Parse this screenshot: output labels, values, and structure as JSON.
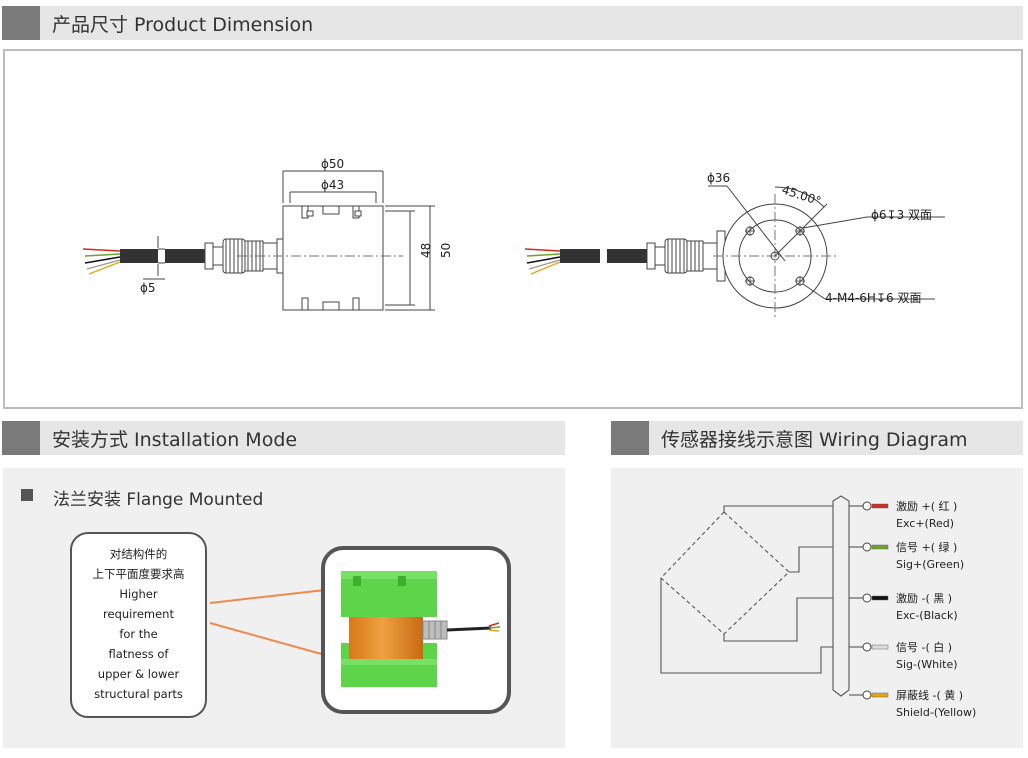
{
  "sections": {
    "dimension": {
      "title": "产品尺寸 Product Dimension"
    },
    "installation": {
      "title": "安装方式 Installation Mode",
      "subtitle": "法兰安装 Flange Mounted",
      "callout": [
        "对结构件的",
        "上下平面度要求高",
        "Higher",
        "requirement",
        "for the",
        "flatness of",
        "upper & lower",
        "structural parts"
      ]
    },
    "wiring": {
      "title": "传感器接线示意图 Wiring Diagram"
    }
  },
  "dimensions": {
    "phi50": "ϕ50",
    "phi43": "ϕ43",
    "phi5": "ϕ5",
    "h48": "48",
    "h50": "50",
    "phi36": "ϕ36",
    "angle": "45.00°",
    "hole": "ϕ6↧3 双面",
    "thread": "4-M4-6H↧6 双面"
  },
  "wires": [
    {
      "cn": "激励 +( 红 )",
      "en": "Exc+(Red)",
      "color": "#d42a1e"
    },
    {
      "cn": "信号 +( 绿 )",
      "en": "Sig+(Green)",
      "color": "#6aa22a"
    },
    {
      "cn": "激励 -( 黑 )",
      "en": "Exc-(Black)",
      "color": "#111111"
    },
    {
      "cn": "信号 -( 白 )",
      "en": "Sig-(White)",
      "color": "#dddddd"
    },
    {
      "cn": "屏蔽线 -( 黄 )",
      "en": "Shield-(Yellow)",
      "color": "#e6a515"
    }
  ]
}
